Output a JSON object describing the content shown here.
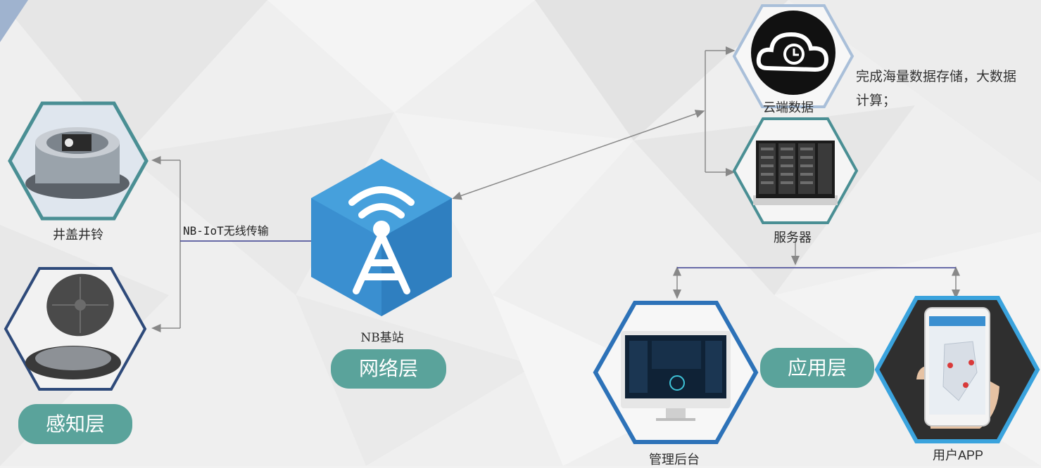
{
  "layers": {
    "perception": "感知层",
    "network": "网络层",
    "application": "应用层"
  },
  "devices": {
    "manhole_bell": "井盖井铃",
    "nb_station": "NB基站",
    "cloud": "云端数据",
    "server": "服务器",
    "admin": "管理后台",
    "user_app": "用户APP"
  },
  "link_label": "NB-IoT无线传输",
  "cloud_note_line1": "完成海量数据存储，大数据",
  "cloud_note_line2": "计算；",
  "colors": {
    "teal": "#5aa39b",
    "network_blue": "#3a8fd0",
    "hex_teal_border": "#4a8f94",
    "hex_navy_border": "#2e4a7a",
    "hex_blue_border": "#2d72b8",
    "hex_light_border": "#a9bfd9"
  },
  "icons": [
    "clock-icon",
    "cloud-icon",
    "antenna-icon",
    "server-rack-icon",
    "monitor-icon",
    "smartphone-icon",
    "manhole-sensor-icon",
    "manhole-cover-icon"
  ]
}
